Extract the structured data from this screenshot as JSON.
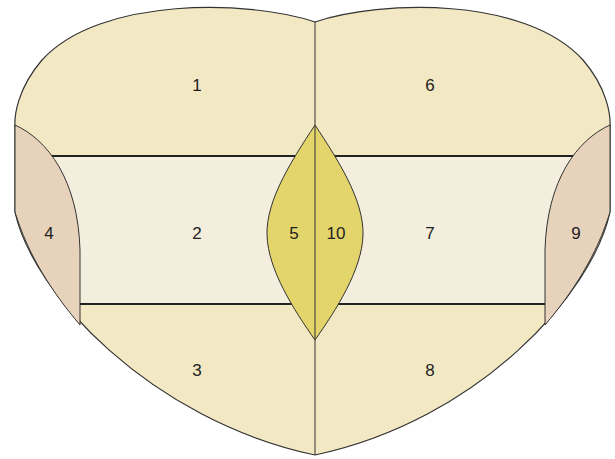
{
  "diagram": {
    "labels": [
      "1",
      "6",
      "4",
      "2",
      "5",
      "10",
      "7",
      "9",
      "3",
      "8"
    ]
  }
}
